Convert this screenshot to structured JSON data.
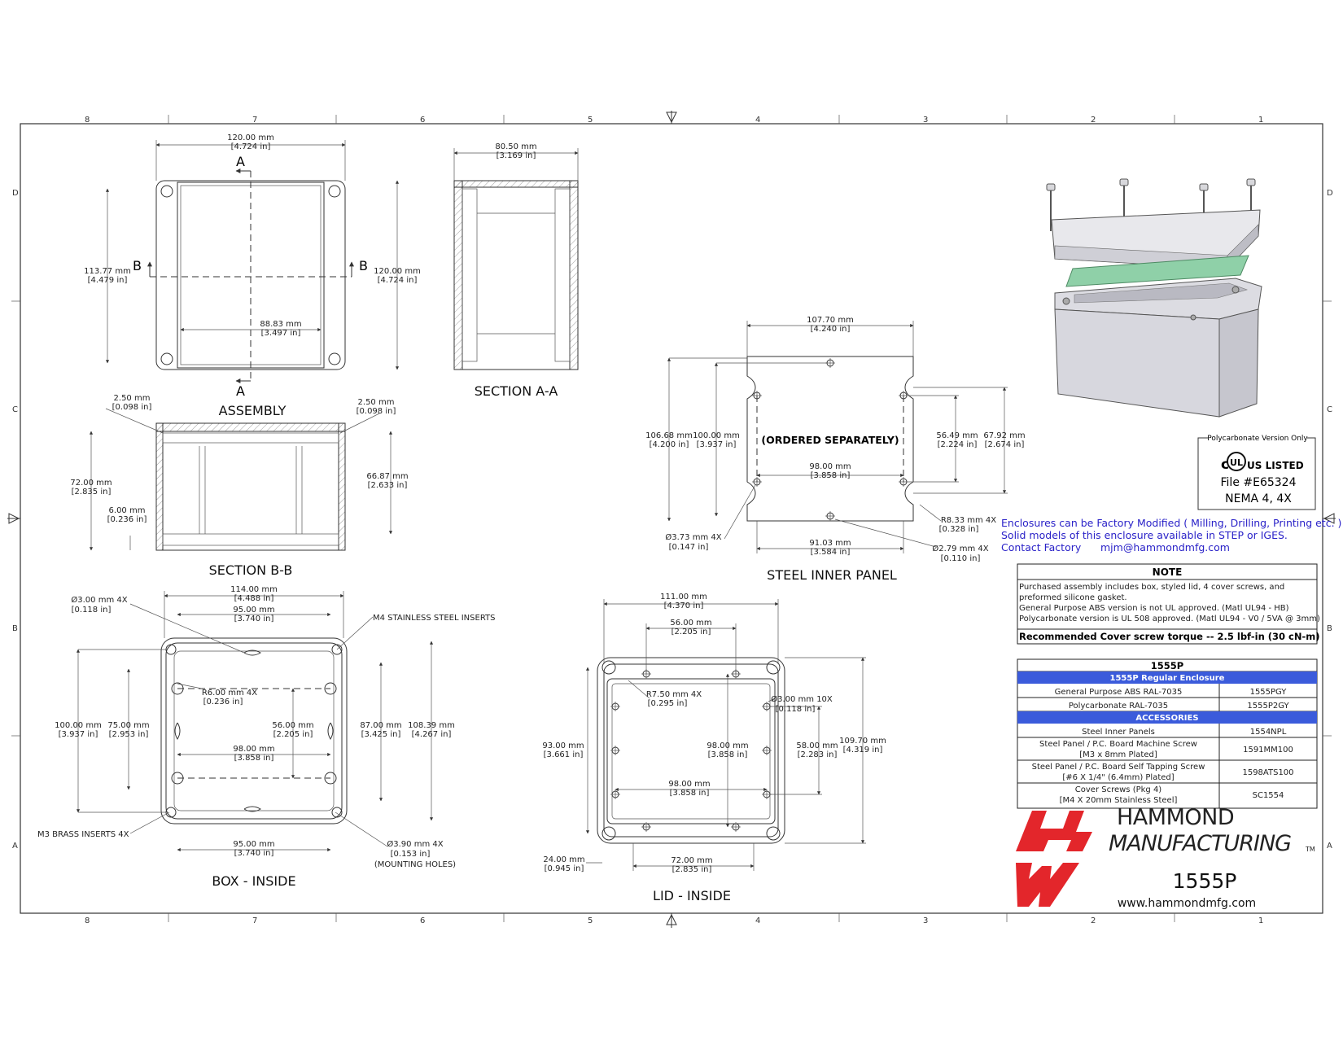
{
  "border": {
    "columns": [
      "8",
      "7",
      "6",
      "5",
      "4",
      "3",
      "2",
      "1"
    ],
    "rows": [
      "D",
      "C",
      "B",
      "A"
    ]
  },
  "views": {
    "assembly": {
      "title": "ASSEMBLY",
      "section_a": "A",
      "section_b": "B",
      "dims": {
        "width_mm": "120.00 mm",
        "width_in": "[4.724 in]",
        "height_mm": "113.77 mm",
        "height_in": "[4.479 in]",
        "right_mm": "120.00 mm",
        "right_in": "[4.724 in]",
        "inner_mm": "88.83 mm",
        "inner_in": "[3.497 in]"
      }
    },
    "section_aa": {
      "title": "SECTION  A-A",
      "dims": {
        "w_mm": "80.50 mm",
        "w_in": "[3.169 in]"
      }
    },
    "section_bb": {
      "title": "SECTION  B-B",
      "dims": {
        "tl_mm": "2.50 mm",
        "tl_in": "[0.098 in]",
        "tr_mm": "2.50 mm",
        "tr_in": "[0.098 in]",
        "h_mm": "72.00 mm",
        "h_in": "[2.835 in]",
        "r_mm": "66.87 mm",
        "r_in": "[2.633 in]",
        "b_mm": "6.00 mm",
        "b_in": "[0.236 in]"
      }
    },
    "steel_panel": {
      "title": "STEEL INNER PANEL",
      "ordered": "(ORDERED SEPARATELY)",
      "dims": {
        "top_mm": "107.70 mm",
        "top_in": "[4.240 in]",
        "l1_mm": "106.68 mm",
        "l1_in": "[4.200 in]",
        "l2_mm": "100.00 mm",
        "l2_in": "[3.937 in]",
        "mid_mm": "98.00 mm",
        "mid_in": "[3.858 in]",
        "r1_mm": "56.49 mm",
        "r1_in": "[2.224 in]",
        "r2_mm": "67.92 mm",
        "r2_in": "[2.674 in]",
        "rad_mm": "R8.33 mm 4X",
        "rad_in": "[0.328 in]",
        "hole_mm": "Ø3.73 mm 4X",
        "hole_in": "[0.147 in]",
        "bot_mm": "91.03 mm",
        "bot_in": "[3.584 in]",
        "hole2_mm": "Ø2.79 mm 4X",
        "hole2_in": "[0.110 in]"
      }
    },
    "box_inside": {
      "title": "BOX - INSIDE",
      "dims": {
        "hole_mm": "Ø3.00 mm 4X",
        "hole_in": "[0.118 in]",
        "w1_mm": "114.00 mm",
        "w1_in": "[4.488 in]",
        "w2_mm": "95.00 mm",
        "w2_in": "[3.740 in]",
        "inserts": "M4 STAINLESS STEEL INSERTS",
        "rad_mm": "R6.00 mm 4X",
        "rad_in": "[0.236 in]",
        "h1_mm": "100.00 mm",
        "h1_in": "[3.937 in]",
        "h2_mm": "75.00 mm",
        "h2_in": "[2.953 in]",
        "c_mm": "56.00 mm",
        "c_in": "[2.205 in]",
        "r1_mm": "87.00 mm",
        "r1_in": "[3.425 in]",
        "r2_mm": "108.39 mm",
        "r2_in": "[4.267 in]",
        "m_mm": "98.00 mm",
        "m_in": "[3.858 in]",
        "brass": "M3 BRASS INSERTS 4X",
        "b_mm": "95.00 mm",
        "b_in": "[3.740 in]",
        "mh_mm": "Ø3.90 mm 4X",
        "mh_in": "[0.153 in]",
        "mh_note": "(MOUNTING HOLES)"
      }
    },
    "lid_inside": {
      "title": "LID - INSIDE",
      "dims": {
        "w1_mm": "111.00 mm",
        "w1_in": "[4.370 in]",
        "w2_mm": "56.00 mm",
        "w2_in": "[2.205 in]",
        "rad_mm": "R7.50 mm 4X",
        "rad_in": "[0.295 in]",
        "hole_mm": "Ø3.00 mm 10X",
        "hole_in": "[0.118 in]",
        "h1_mm": "93.00 mm",
        "h1_in": "[3.661 in]",
        "c_mm": "98.00 mm",
        "c_in": "[3.858 in]",
        "r1_mm": "58.00 mm",
        "r1_in": "[2.283 in]",
        "r2_mm": "109.70 mm",
        "r2_in": "[4.319 in]",
        "m_mm": "98.00 mm",
        "m_in": "[3.858 in]",
        "bl_mm": "24.00 mm",
        "bl_in": "[0.945 in]",
        "b_mm": "72.00 mm",
        "b_in": "[2.835 in]"
      }
    }
  },
  "ul_box": {
    "header": "Polycarbonate Version Only",
    "mark_c": "c",
    "mark_ul": "UL",
    "mark_us": "US LISTED",
    "file": "File #E65324",
    "nema": "NEMA 4, 4X"
  },
  "factory": {
    "line1": "Enclosures can be Factory Modified ( Milling, Drilling, Printing etc. )",
    "line2": "Solid models of this enclosure available in STEP or IGES.",
    "contact_label": "Contact Factory",
    "email": "mjm@hammondmfg.com"
  },
  "note": {
    "header": "NOTE",
    "lines": [
      "Purchased  assembly includes box, styled lid, 4 cover screws, and",
      "preformed silicone gasket.",
      "General Purpose ABS version is not UL approved. (Matl UL94 - HB)",
      "Polycarbonate version is UL 508 approved. (Matl UL94 - V0 / 5VA @ 3mm)"
    ],
    "torque": "Recommended Cover screw torque -- 2.5 lbf-in (30 cN-m)"
  },
  "parts": {
    "header": "1555P",
    "section1": "1555P Regular Enclosure",
    "rows1": [
      {
        "desc": "General Purpose ABS RAL-7035",
        "part": "1555PGY"
      },
      {
        "desc": "Polycarbonate RAL-7035",
        "part": "1555P2GY"
      }
    ],
    "section2": "ACCESSORIES",
    "rows2": [
      {
        "desc": "Steel Inner Panels",
        "desc2": "",
        "part": "1554NPL"
      },
      {
        "desc": "Steel Panel / P.C. Board Machine Screw",
        "desc2": "[M3 x 8mm Plated]",
        "part": "1591MM100"
      },
      {
        "desc": "Steel Panel / P.C. Board Self Tapping Screw",
        "desc2": "[#6 X 1/4\" (6.4mm) Plated]",
        "part": "1598ATS100"
      },
      {
        "desc": "Cover Screws (Pkg 4)",
        "desc2": "[M4 X 20mm Stainless Steel]",
        "part": "SC1554"
      }
    ]
  },
  "brand": {
    "name1": "HAMMOND",
    "name2": "MANUFACTURING",
    "tm": "TM",
    "model": "1555P",
    "url": "www.hammondmfg.com"
  },
  "colors": {
    "accent_blue": "#3b5bdb",
    "brand_red": "#e3262b",
    "link_blue": "#2a22c8",
    "pcb_green": "#8fd0a8"
  }
}
